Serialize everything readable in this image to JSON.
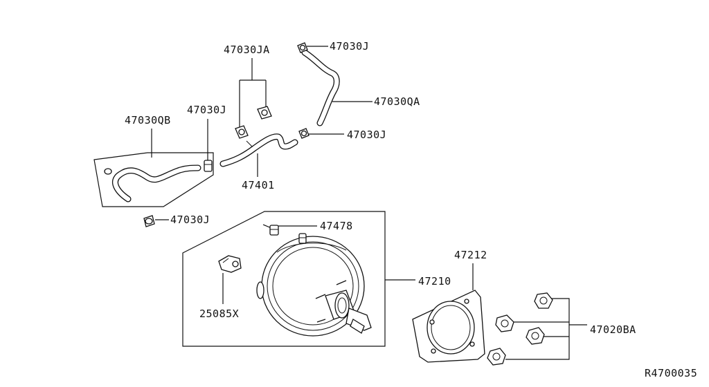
{
  "labels": {
    "clip_ja": "47030JA",
    "clip_j_top": "47030J",
    "hose_qa": "47030QA",
    "clip_j_left": "47030J",
    "clip_j_mid": "47030J",
    "hose_qb": "47030QB",
    "tube": "47401",
    "clip_j_bottom": "47030J",
    "check_valve": "47478",
    "booster": "47210",
    "gasket": "47212",
    "sensor": "25085X",
    "nuts": "47020BA",
    "ref_code": "R4700035"
  }
}
